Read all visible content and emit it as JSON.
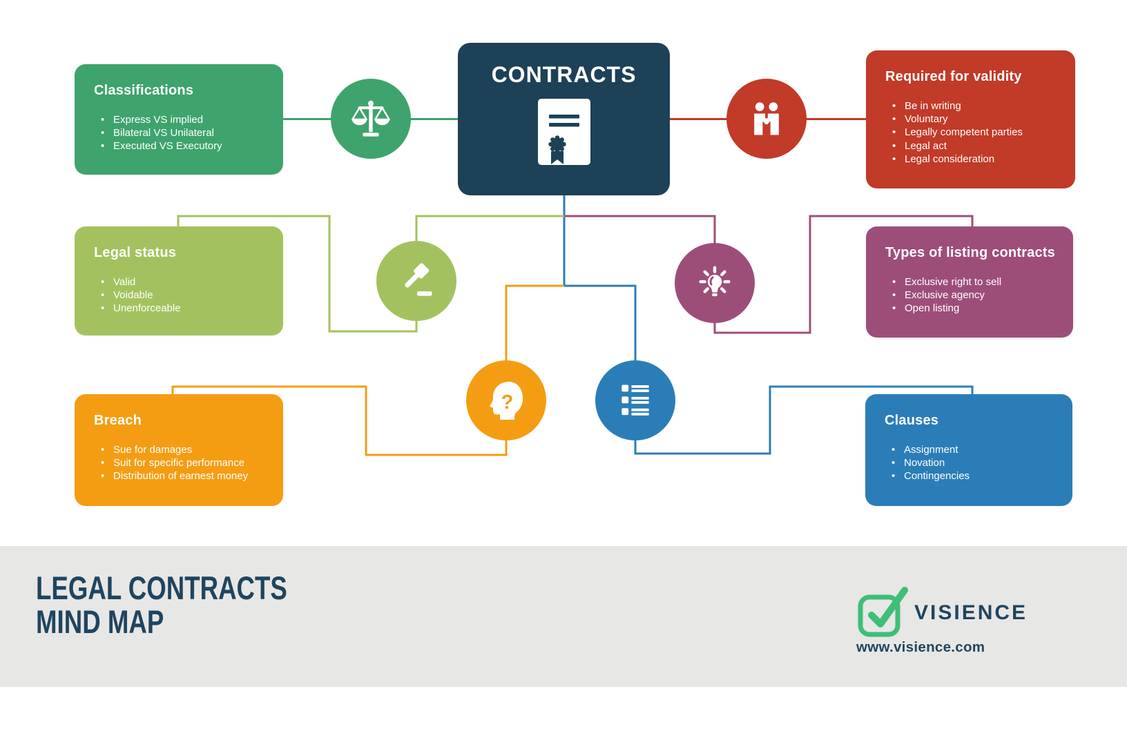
{
  "center": {
    "label": "CONTRACTS",
    "color": "#1D4157",
    "icon": "certificate-icon"
  },
  "nodes": [
    {
      "title": "Classifications",
      "color": "#3EA36C",
      "icon": "scales-icon",
      "items": [
        "Express VS implied",
        "Bilateral VS Unilateral",
        "Executed VS Executory"
      ]
    },
    {
      "title": "Required for validity",
      "color": "#C23A28",
      "icon": "handshake-icon",
      "items": [
        "Be in writing",
        "Voluntary",
        "Legally competent parties",
        "Legal act",
        "Legal consideration"
      ]
    },
    {
      "title": "Legal status",
      "color": "#A3C25F",
      "icon": "gavel-icon",
      "items": [
        "Valid",
        "Voidable",
        "Unenforceable"
      ]
    },
    {
      "title": "Types of listing contracts",
      "color": "#9D4E78",
      "icon": "lightbulb-icon",
      "items": [
        "Exclusive right to sell",
        "Exclusive agency",
        "Open listing"
      ]
    },
    {
      "title": "Breach",
      "color": "#F49D13",
      "icon": "head-question-icon",
      "items": [
        "Sue for damages",
        "Suit for specific performance",
        "Distribution of earnest money"
      ]
    },
    {
      "title": "Clauses",
      "color": "#2B7DB8",
      "icon": "list-icon",
      "items": [
        "Assignment",
        "Novation",
        "Contingencies"
      ]
    }
  ],
  "footer": {
    "title_line1": "LEGAL CONTRACTS",
    "title_line2": "MIND MAP",
    "brand": "VISIENCE",
    "website": "www.visience.com",
    "text_color": "#1E4560",
    "logo_green": "#3FBE76",
    "background": "#E7E7E5"
  }
}
